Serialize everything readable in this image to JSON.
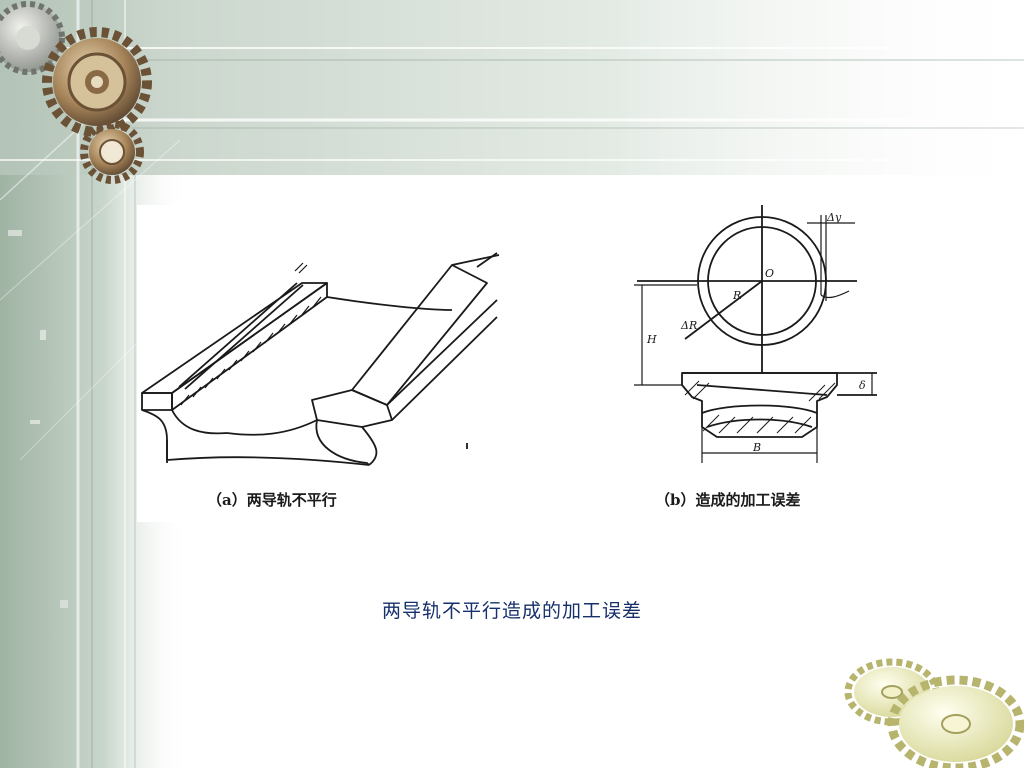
{
  "slide": {
    "caption": "两导轨不平行造成的加工误差",
    "caption_color": "#17306b",
    "accent_color": "#9fb3a3"
  },
  "figure": {
    "sub_a": "（a）两导轨不平行",
    "sub_b": "（b）造成的加工误差",
    "labels": {
      "delta_y": "Δy",
      "center": "O",
      "radius": "R",
      "delta_radius": "ΔR",
      "height": "H",
      "width": "B",
      "delta": "δ"
    }
  },
  "decor": {
    "gears_top_left": [
      "large-bronze-gear",
      "small-bronze-gear",
      "silver-gear"
    ],
    "gears_bottom_right": [
      "cream-gear-large",
      "cream-gear-small"
    ]
  }
}
